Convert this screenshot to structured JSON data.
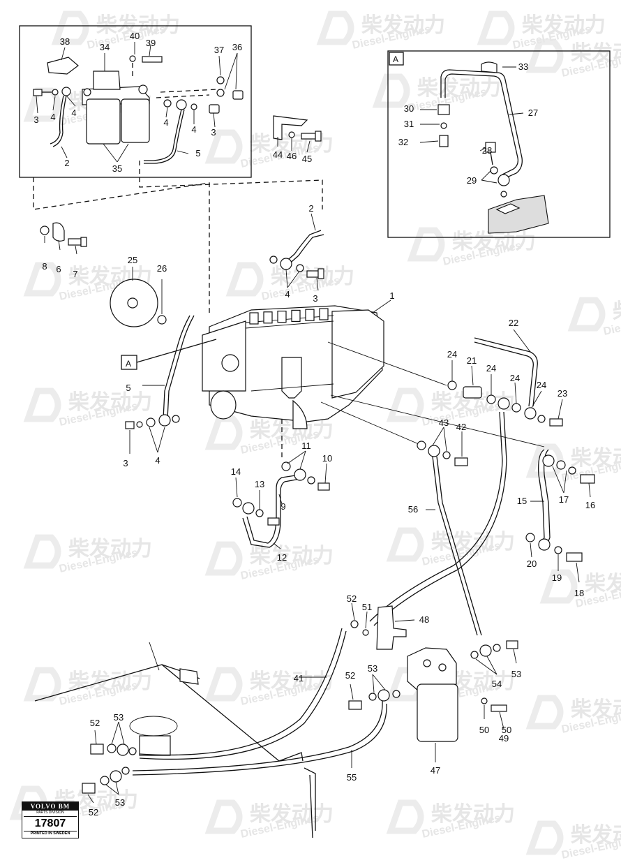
{
  "diagram": {
    "watermark": {
      "brand_cn": "柴发动力",
      "brand_en": "Diesel-Engines"
    },
    "inset_label": "A",
    "main_label": "A",
    "callouts": [
      "1",
      "2",
      "2",
      "3",
      "3",
      "3",
      "3",
      "4",
      "4",
      "4",
      "4",
      "4",
      "4",
      "5",
      "5",
      "6",
      "7",
      "8",
      "9",
      "10",
      "11",
      "12",
      "13",
      "14",
      "15",
      "16",
      "17",
      "18",
      "19",
      "20",
      "21",
      "22",
      "23",
      "24",
      "24",
      "24",
      "24",
      "25",
      "26",
      "27",
      "28",
      "29",
      "30",
      "31",
      "32",
      "33",
      "34",
      "35",
      "36",
      "37",
      "38",
      "39",
      "40",
      "41",
      "42",
      "43",
      "44",
      "45",
      "46",
      "47",
      "48",
      "49",
      "50",
      "50",
      "51",
      "52",
      "52",
      "52",
      "52",
      "53",
      "53",
      "53",
      "53",
      "54",
      "55",
      "56"
    ],
    "logo": {
      "brand": "VOLVO BM",
      "division": "PARTS DIVISION",
      "number": "17807",
      "printed": "PRINTED IN SWEDEN"
    }
  }
}
